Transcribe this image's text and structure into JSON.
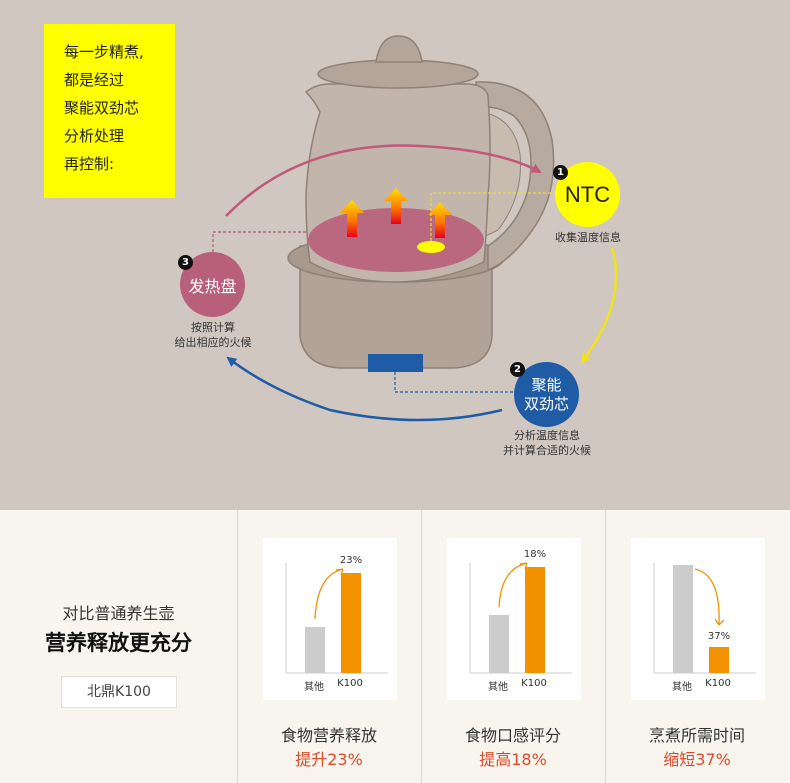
{
  "diagram": {
    "note_lines": [
      "每一步精煮,",
      "都是经过",
      "聚能双劲芯",
      "分析处理",
      "再控制:"
    ],
    "nodes": [
      {
        "id": "ntc",
        "number": "1",
        "label": "NTC",
        "desc_lines": [
          "收集温度信息"
        ],
        "color": "#ffff00"
      },
      {
        "id": "chip",
        "number": "2",
        "label_lines": [
          "聚能",
          "双劲芯"
        ],
        "desc_lines": [
          "分析温度信息",
          "并计算合适的火候"
        ],
        "color": "#1f5ca5"
      },
      {
        "id": "heat",
        "number": "3",
        "label": "发热盘",
        "desc_lines": [
          "按照计算",
          "给出相应的火候"
        ],
        "color": "#b8607b"
      }
    ]
  },
  "comparison": {
    "subtitle": "对比普通养生壶",
    "title": "营养释放更充分",
    "model": "北鼎K100"
  },
  "chart_data": [
    {
      "type": "bar",
      "categories": [
        "其他",
        "K100"
      ],
      "values": [
        23,
        50
      ],
      "annotation": "23%",
      "metric": "食物营养释放",
      "result": "提升23%"
    },
    {
      "type": "bar",
      "categories": [
        "其他",
        "K100"
      ],
      "values": [
        29,
        53
      ],
      "annotation": "18%",
      "metric": "食物口感评分",
      "result": "提高18%"
    },
    {
      "type": "bar",
      "categories": [
        "其他",
        "K100"
      ],
      "values": [
        54,
        13
      ],
      "annotation": "37%",
      "metric": "烹煮所需时间",
      "result": "缩短37%"
    }
  ],
  "colors": {
    "k100": "#f39200",
    "other": "#cccccc",
    "accent_red": "#e04a2a"
  }
}
